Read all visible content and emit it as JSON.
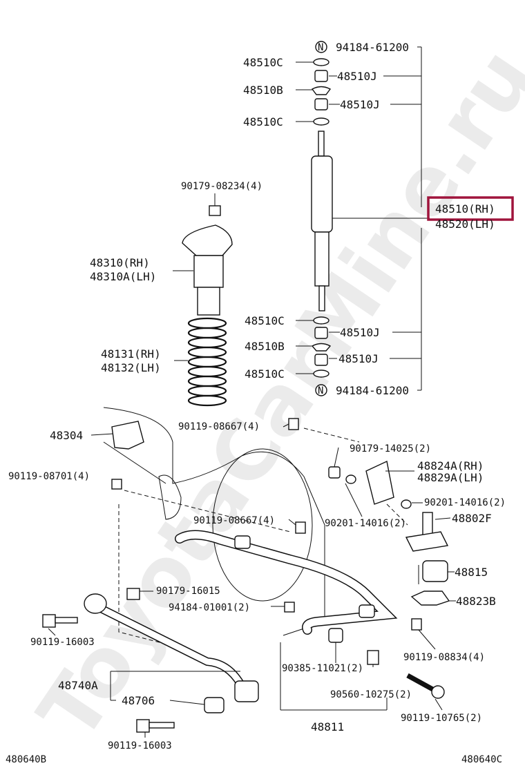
{
  "watermark": "ToyotaCarMine.ru",
  "highlight": {
    "color": "#a0143c"
  },
  "corner_left": "480640B",
  "corner_right": "480640C",
  "labels": {
    "n_top": "94184-61200",
    "c1": "48510C",
    "j1": "48510J",
    "b1": "48510B",
    "j2": "48510J",
    "c2": "48510C",
    "bolt_top": "90179-08234(4)",
    "shock_rh": "48510(RH)",
    "shock_lh": "48520(LH)",
    "seat_rh": "48310(RH)",
    "seat_lh": "48310A(LH)",
    "c3": "48510C",
    "j3": "48510J",
    "b2": "48510B",
    "j4": "48510J",
    "c4": "48510C",
    "n_bot": "94184-61200",
    "spring_rh": "48131(RH)",
    "spring_lh": "48132(LH)",
    "bolt_a": "90119-08667(4)",
    "b48304": "48304",
    "nut_a": "90179-14025(2)",
    "brk_rh": "48824A(RH)",
    "brk_lh": "48829A(LH)",
    "bolt_b": "90119-08701(4)",
    "wash_a": "90201-14016(2)",
    "link": "48802F",
    "bolt_c": "90119-08667(4)",
    "wash_b": "90201-14016(2)",
    "bush": "48815",
    "nut_b": "90179-16015",
    "clamp": "48823B",
    "nut_c": "94184-01001(2)",
    "bolt_d": "90119-16003",
    "bolt_e": "90119-08834(4)",
    "bush_b": "90385-11021(2)",
    "rod": "48740A",
    "pin": "90560-10275(2)",
    "bush_c": "48706",
    "bolt_f": "90119-10765(2)",
    "bar": "48811",
    "bolt_g": "90119-16003"
  }
}
